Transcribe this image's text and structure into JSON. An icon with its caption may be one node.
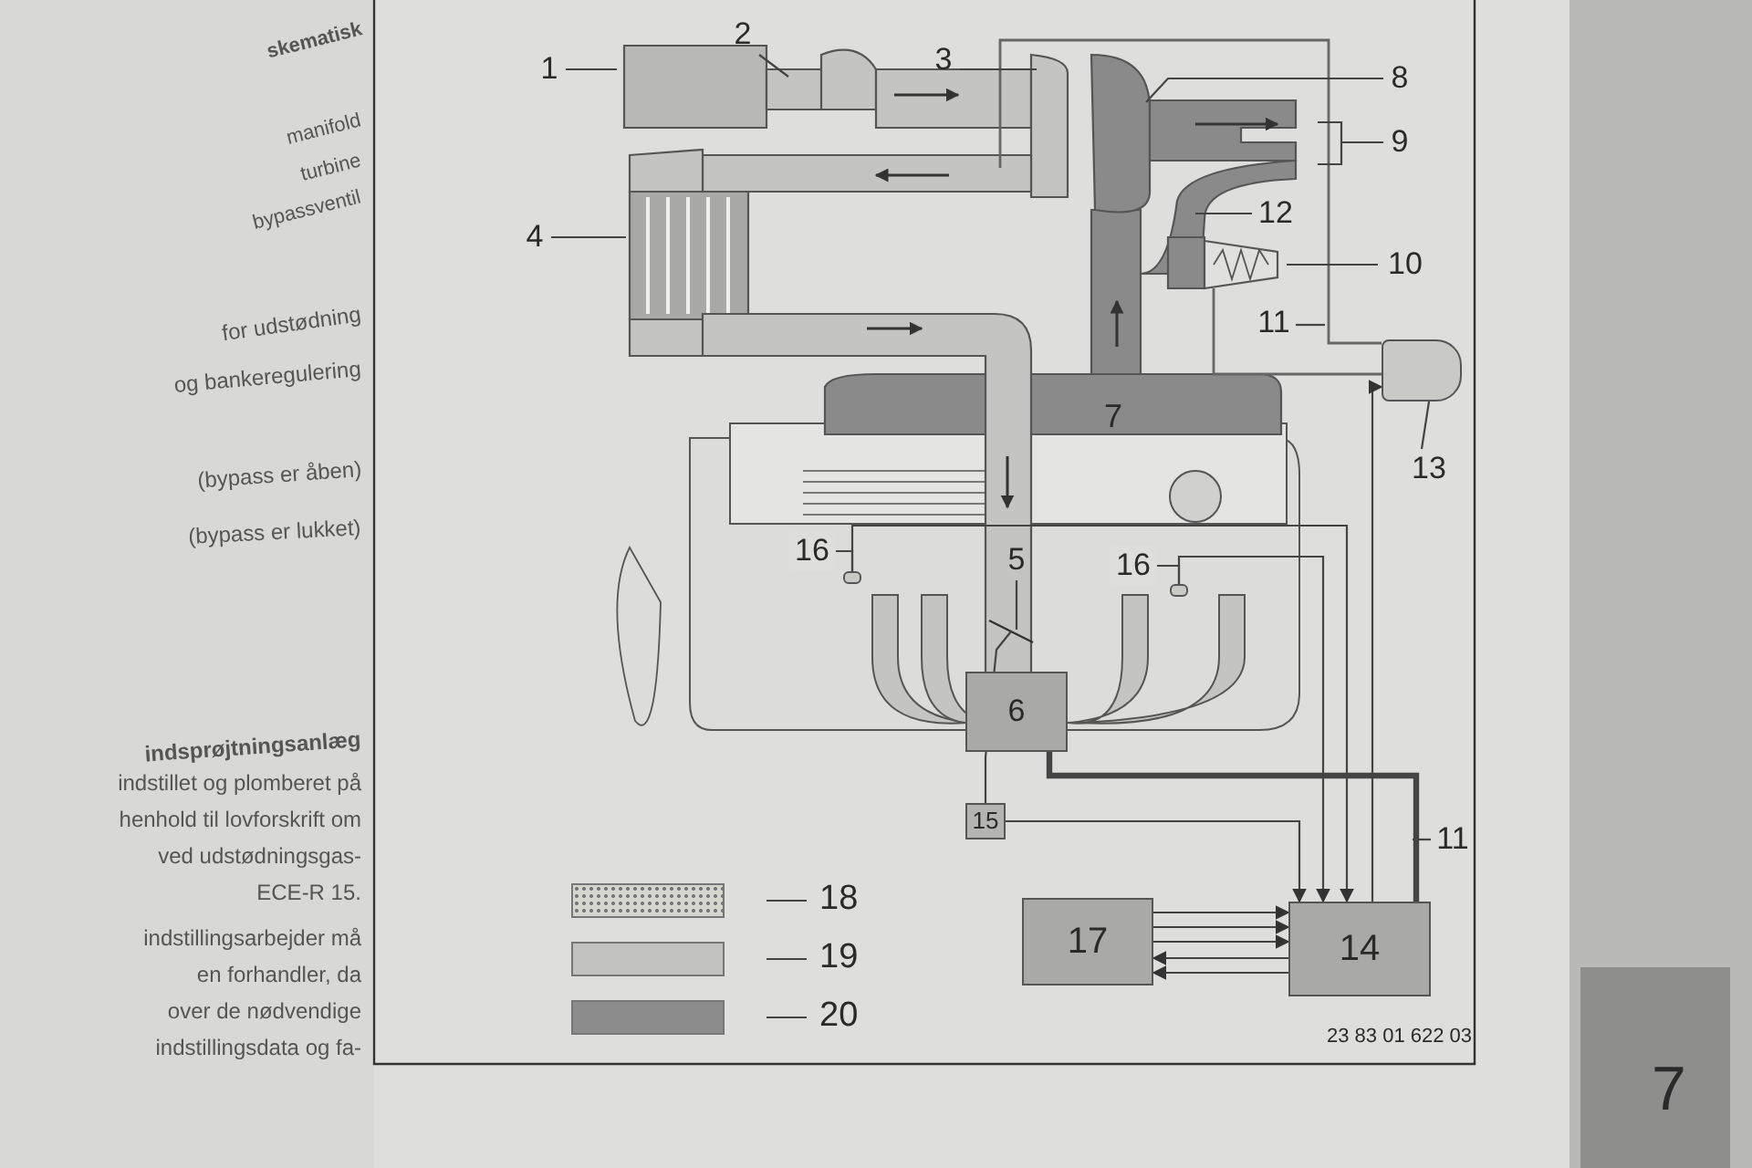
{
  "diagram": {
    "nodes": [
      {
        "text": [
          "1"
        ]
      },
      {
        "text": [
          "2"
        ]
      },
      {
        "text": [
          "3"
        ]
      },
      {
        "text": [
          "8"
        ]
      },
      {
        "text": [
          "9"
        ]
      },
      {
        "text": [
          "4"
        ]
      },
      {
        "text": [
          "12"
        ]
      },
      {
        "text": [
          "10"
        ]
      },
      {
        "text": [
          "11"
        ]
      },
      {
        "text": [],
        "shape": "box"
      },
      {
        "text": [
          "13"
        ]
      },
      {
        "text": [
          "16"
        ]
      },
      {
        "text": [],
        "shape": "box"
      },
      {
        "text": [
          "5"
        ]
      },
      {
        "text": [
          "16"
        ]
      },
      {
        "text": [],
        "shape": "box"
      },
      {
        "text": [
          "6"
        ]
      },
      {
        "text": [
          "15"
        ]
      },
      {
        "text": [
          "11"
        ]
      },
      {
        "text": [
          "17"
        ]
      },
      {
        "text": [
          "14"
        ]
      }
    ],
    "edges": [
      {
        "from": 0,
        "to": null,
        "arrow": "none"
      },
      {
        "from": 1,
        "to": null,
        "arrow": "none"
      },
      {
        "from": 2,
        "to": null,
        "arrow": "none"
      },
      {
        "from": 3,
        "to": null,
        "arrow": "none"
      },
      {
        "from": 4,
        "to": null,
        "arrow": "none"
      },
      {
        "from": 5,
        "to": null,
        "arrow": "none"
      },
      {
        "from": 6,
        "to": null,
        "arrow": "none"
      },
      {
        "from": 7,
        "to": null,
        "arrow": "none"
      },
      {
        "from": 8,
        "to": null,
        "arrow": "none"
      },
      {
        "from": 10,
        "to": 9,
        "arrow": "none"
      },
      {
        "from": 11,
        "to": 12,
        "arrow": "none"
      },
      {
        "from": 13,
        "to": null,
        "arrow": "none"
      },
      {
        "from": 14,
        "to": 15,
        "arrow": "none"
      },
      {
        "from": 18,
        "to": null,
        "arrow": "none"
      },
      {
        "from": 17,
        "to": null,
        "arrow": "none"
      },
      {
        "from": 17,
        "to": 20,
        "arrow": "to"
      },
      {
        "from": 12,
        "to": 20,
        "arrow": "to"
      },
      {
        "from": 15,
        "to": 20,
        "arrow": "to"
      },
      {
        "from": 16,
        "to": 20,
        "arrow": "none",
        "style": "thick"
      },
      {
        "from": 20,
        "to": 9,
        "arrow": "to"
      },
      {
        "from": 19,
        "to": 20,
        "arrow": "to"
      },
      {
        "from": 19,
        "to": 20,
        "arrow": "to"
      },
      {
        "from": 19,
        "to": 20,
        "arrow": "to"
      },
      {
        "from": 20,
        "to": 19,
        "arrow": "to"
      },
      {
        "from": 20,
        "to": 19,
        "arrow": "to"
      }
    ],
    "labels": [
      "skematisk",
      "manifold",
      "turbine",
      "bypassventil",
      "for udstødning",
      "og bankeregulering",
      "(bypass er åben)",
      "(bypass er lukket)",
      "indsprøjtningsanlæg",
      "indstillet og plomberet på",
      "henhold til lovforskrift om",
      "ved udstødningsgas-",
      "ECE-R 15.",
      "indstillingsarbejder må",
      "en forhandler, da",
      "over de nødvendige",
      "indstillingsdata og fa-",
      "7",
      "23 83 01 622 03",
      "7"
    ],
    "legend": [
      {
        "text": "18",
        "color": "#d6d6d0"
      },
      {
        "text": "19",
        "color": "#c2c2c0"
      },
      {
        "text": "20",
        "color": "#8c8c8c"
      }
    ]
  }
}
